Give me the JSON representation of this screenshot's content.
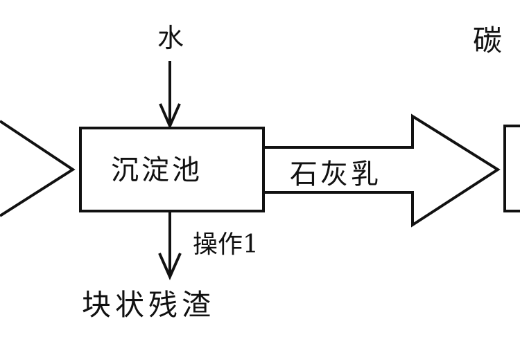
{
  "diagram": {
    "water_label": "水",
    "tank_label": "沉淀池",
    "lime_milk_label": "石灰乳",
    "operation_label": "操作1",
    "residue_label": "块状残渣",
    "partial_right_label": "碳",
    "line_color": "#111111"
  }
}
